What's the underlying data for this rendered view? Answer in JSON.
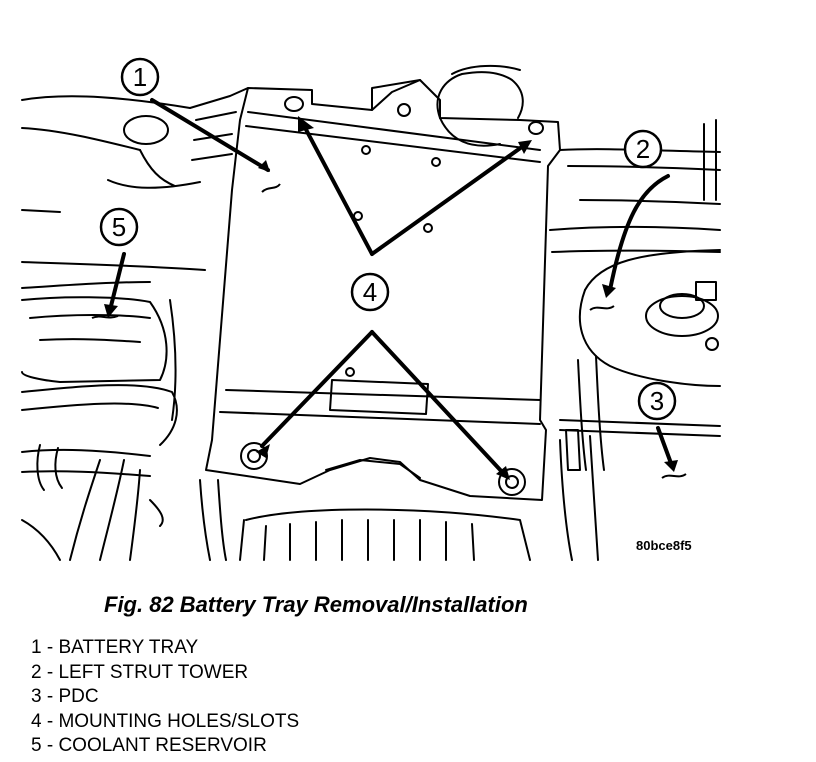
{
  "figure": {
    "image_id": "80bce8f5",
    "caption": "Fig. 82 Battery Tray Removal/Installation"
  },
  "callouts": [
    {
      "number": "1"
    },
    {
      "number": "2"
    },
    {
      "number": "3"
    },
    {
      "number": "4"
    },
    {
      "number": "5"
    }
  ],
  "legend": [
    {
      "text": "1 - BATTERY TRAY"
    },
    {
      "text": "2 - LEFT STRUT TOWER"
    },
    {
      "text": "3 - PDC"
    },
    {
      "text": "4 - MOUNTING HOLES/SLOTS"
    },
    {
      "text": "5 - COOLANT RESERVOIR"
    }
  ]
}
